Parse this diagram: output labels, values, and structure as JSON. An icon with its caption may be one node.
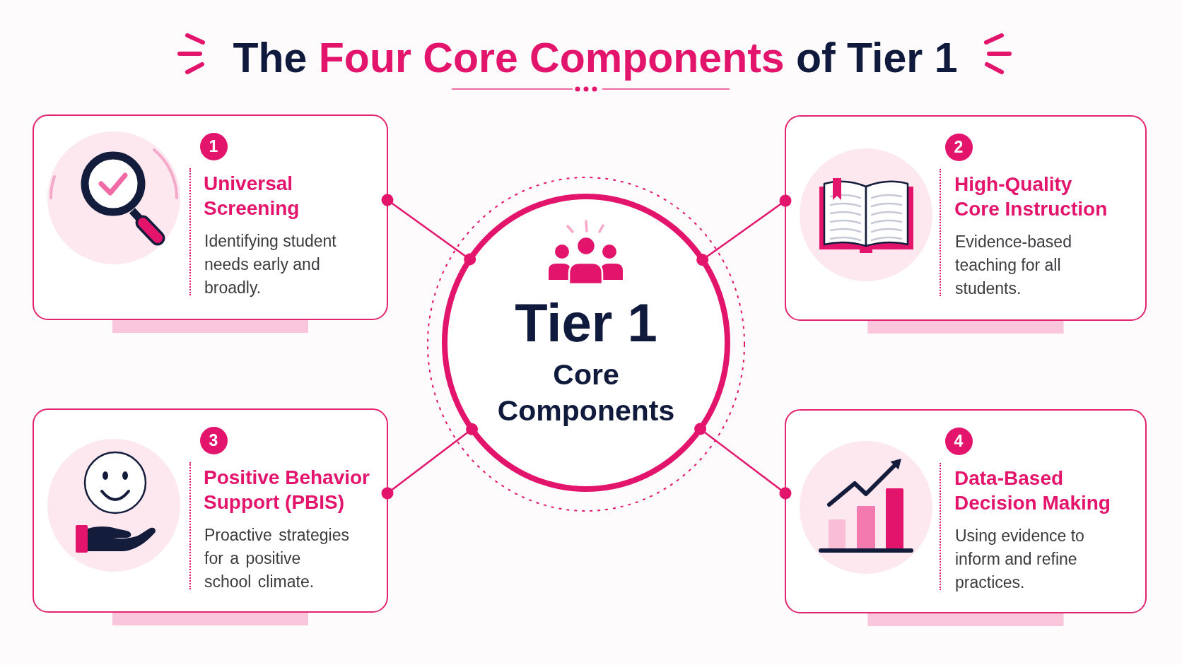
{
  "diagram": {
    "title": "The **Four Core Components** of Tier 1",
    "nodes": [
      {
        "text": [
          "1",
          "Universal Screening",
          "Identifying student needs early and broadly."
        ]
      },
      {
        "text": [
          "2",
          "High-Quality Core Instruction",
          "Evidence-based teaching for all students."
        ]
      },
      {
        "text": [
          "Tier 1",
          "Core Components"
        ]
      },
      {
        "text": [
          "3",
          "Positive Behavior Support (PBIS)",
          "Proactive strategies for a positive school climate."
        ]
      },
      {
        "text": [
          "4",
          "Data-Based Decision Making",
          "Using evidence to inform and refine practices."
        ]
      }
    ],
    "edges": [
      {
        "from": 2,
        "to": 0,
        "arrow": "other"
      },
      {
        "from": 2,
        "to": 1,
        "arrow": "other"
      },
      {
        "from": 2,
        "to": 3,
        "arrow": "other"
      },
      {
        "from": 2,
        "to": 4,
        "arrow": "other"
      }
    ]
  }
}
